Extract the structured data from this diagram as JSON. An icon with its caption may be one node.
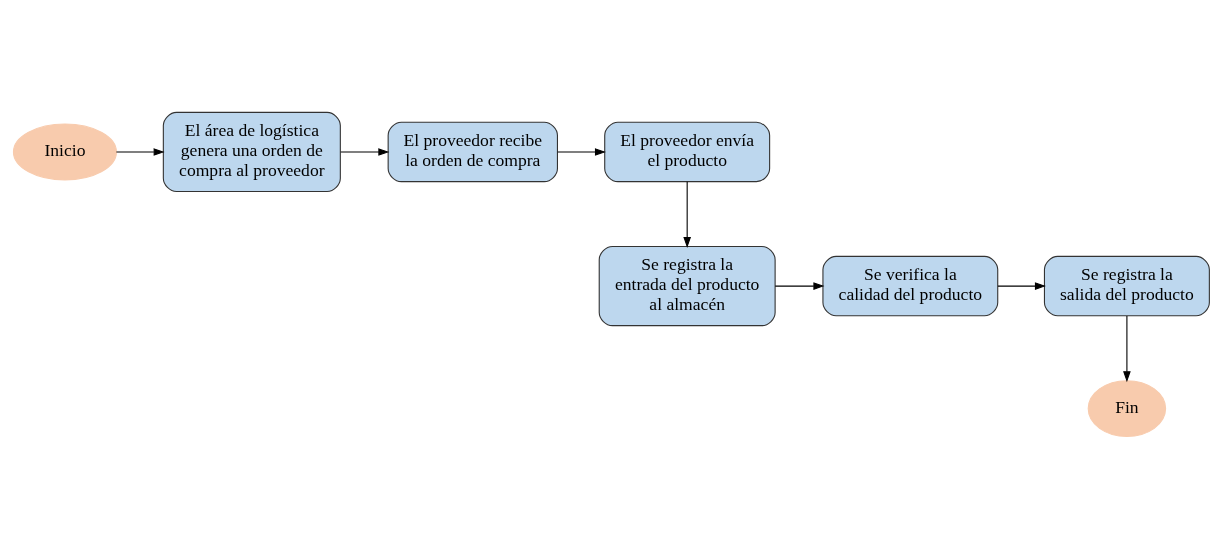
{
  "diagram": {
    "nodes": [
      {
        "text": [
          "Inicio"
        ]
      },
      {
        "text": [
          "El área de logística genera una orden de compra al proveedor"
        ]
      },
      {
        "text": [
          "El proveedor recibe la orden de compra"
        ]
      },
      {
        "text": [
          "El proveedor envía el producto"
        ]
      },
      {
        "text": [
          "Se registra la entrada del producto al almacén"
        ]
      },
      {
        "text": [
          "Se verifica la calidad del producto"
        ]
      },
      {
        "text": [
          "Se registra la salida del producto"
        ]
      },
      {
        "text": [
          "Fin"
        ]
      }
    ],
    "edges": [
      {
        "from": 0,
        "to": 1,
        "arrow": "to"
      },
      {
        "from": 1,
        "to": 2,
        "arrow": "to"
      },
      {
        "from": 2,
        "to": 3,
        "arrow": "to"
      },
      {
        "from": 3,
        "to": 4,
        "arrow": "to"
      },
      {
        "from": 4,
        "to": 5,
        "arrow": "to"
      },
      {
        "from": 5,
        "to": 6,
        "arrow": "to"
      },
      {
        "from": 6,
        "to": 7,
        "arrow": "to"
      }
    ]
  }
}
